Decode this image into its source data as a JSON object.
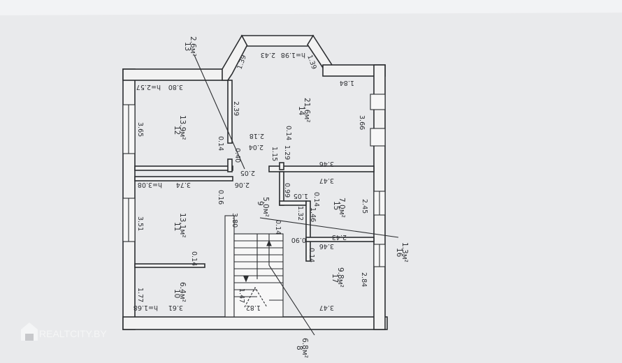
{
  "plan": {
    "wall_color": "#2b2d30",
    "paper_color": "#f4f5f6",
    "rooms": [
      {
        "number": "8",
        "area": "6.8м²"
      },
      {
        "number": "9",
        "area": "5.0м²"
      },
      {
        "number": "10",
        "area": "6.4м²"
      },
      {
        "number": "11",
        "area": "13.1м²"
      },
      {
        "number": "12",
        "area": "13.9м²"
      },
      {
        "number": "13",
        "area": "2.6м²"
      },
      {
        "number": "14",
        "area": "21.6м²"
      },
      {
        "number": "15",
        "area": "7.0м²"
      },
      {
        "number": "16",
        "area": "1.3м²"
      },
      {
        "number": "17",
        "area": "9.8м²"
      }
    ],
    "dimensions": [
      "3.80",
      "h=2.57",
      "h=1.98",
      "2.43",
      "1.39",
      "1.39",
      "1.84",
      "3.65",
      "2.39",
      "3.66",
      "0.14",
      "2.18",
      "0.14",
      "2.04",
      "0.40",
      "1.15",
      "1.29",
      "3.46",
      "2.05",
      "3.74",
      "h=3.08",
      "2.06",
      "0.16",
      "0.99",
      "1.05",
      "3.47",
      "0.14",
      "2.45",
      "1.32",
      "1.46",
      "3.80",
      "3.51",
      "0.14",
      "0.90",
      "2.43",
      "3.46",
      "0.14",
      "0.14",
      "1.77",
      "2.84",
      "1.47",
      "1.82",
      "3.61",
      "h=1.68",
      "3.47"
    ]
  },
  "watermark": {
    "text": "REALTCITY.BY",
    "icon": "house-logo-icon"
  }
}
